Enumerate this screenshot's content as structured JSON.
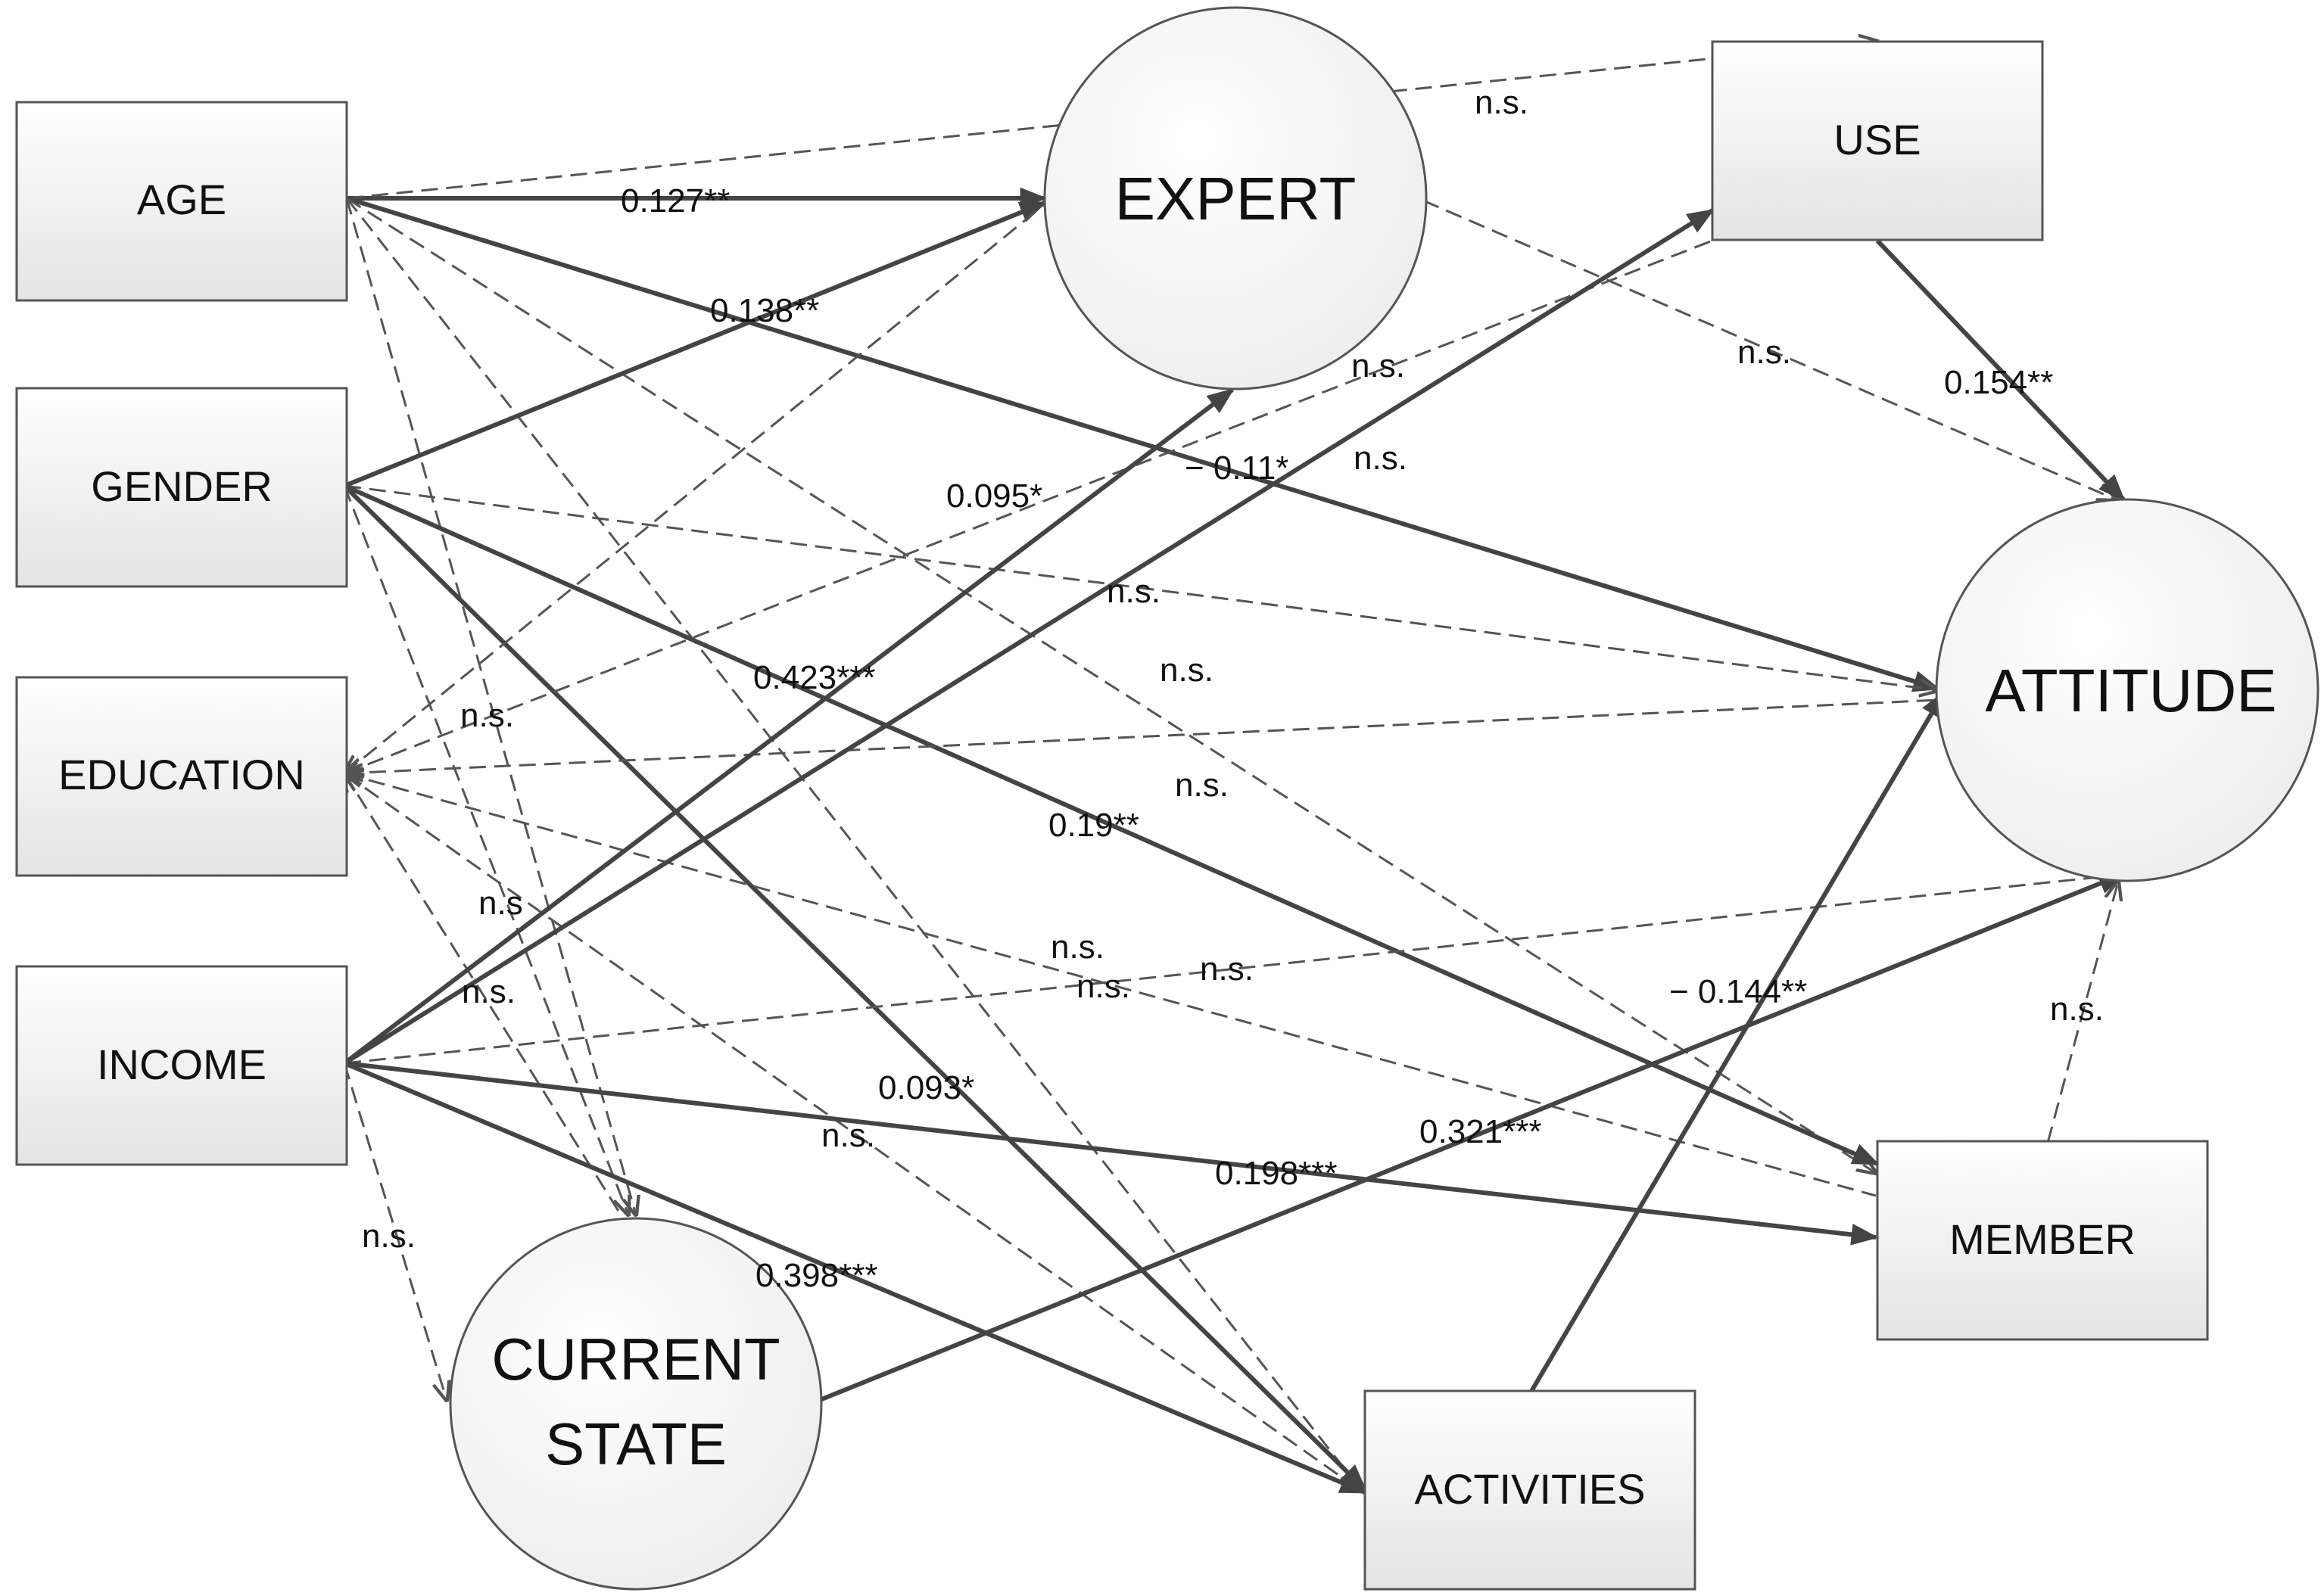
{
  "nodes": {
    "age": "AGE",
    "gender": "GENDER",
    "education": "EDUCATION",
    "income": "INCOME",
    "expert": "EXPERT",
    "current_state_line1": "CURRENT",
    "current_state_line2": "STATE",
    "use": "USE",
    "attitude": "ATTITUDE",
    "member": "MEMBER",
    "activities": "ACTIVITIES"
  },
  "paths": [
    {
      "from": "AGE",
      "to": "EXPERT",
      "label": "0.127**",
      "style": "solid"
    },
    {
      "from": "AGE",
      "to": "USE",
      "label": "n.s.",
      "style": "dashed"
    },
    {
      "from": "AGE",
      "to": "ATTITUDE",
      "label": "− 0.11*",
      "style": "solid"
    },
    {
      "from": "AGE",
      "to": "CURRENT STATE",
      "label": "n.s.",
      "style": "dashed"
    },
    {
      "from": "AGE",
      "to": "ACTIVITIES",
      "label": "n.s.",
      "style": "dashed"
    },
    {
      "from": "AGE",
      "to": "MEMBER",
      "label": "n.s.",
      "style": "dashed"
    },
    {
      "from": "GENDER",
      "to": "EXPERT",
      "label": "0.138**",
      "style": "solid"
    },
    {
      "from": "GENDER",
      "to": "ATTITUDE",
      "label": "n.s.",
      "style": "dashed"
    },
    {
      "from": "GENDER",
      "to": "MEMBER",
      "label": "0.19**",
      "style": "solid"
    },
    {
      "from": "GENDER",
      "to": "ACTIVITIES",
      "label": "0.093*",
      "style": "solid"
    },
    {
      "from": "GENDER",
      "to": "CURRENT STATE",
      "label": "n.s.",
      "style": "dashed"
    },
    {
      "from": "EDUCATION",
      "to": "EXPERT",
      "label": "n.s.",
      "style": "dashed"
    },
    {
      "from": "EDUCATION",
      "to": "USE",
      "label": "n.s.",
      "style": "dashed"
    },
    {
      "from": "EDUCATION",
      "to": "ATTITUDE",
      "label": "n.s.",
      "style": "dashed"
    },
    {
      "from": "EDUCATION",
      "to": "MEMBER",
      "label": "n.s.",
      "style": "dashed"
    },
    {
      "from": "EDUCATION",
      "to": "ACTIVITIES",
      "label": "n.s.",
      "style": "dashed"
    },
    {
      "from": "EDUCATION",
      "to": "CURRENT STATE",
      "label": "n.s",
      "style": "dashed"
    },
    {
      "from": "INCOME",
      "to": "EXPERT",
      "label": "0.095*",
      "style": "solid"
    },
    {
      "from": "INCOME",
      "to": "USE",
      "label": "0.423***",
      "style": "solid"
    },
    {
      "from": "INCOME",
      "to": "ATTITUDE",
      "label": "n.s.",
      "style": "dashed"
    },
    {
      "from": "INCOME",
      "to": "MEMBER",
      "label": "0.198***",
      "style": "solid"
    },
    {
      "from": "INCOME",
      "to": "ACTIVITIES",
      "label": "0.398***",
      "style": "solid"
    },
    {
      "from": "INCOME",
      "to": "CURRENT STATE",
      "label": "n.s.",
      "style": "dashed"
    },
    {
      "from": "EXPERT",
      "to": "ATTITUDE",
      "label": "n.s.",
      "style": "dashed"
    },
    {
      "from": "USE",
      "to": "ATTITUDE",
      "label": "0.154**",
      "style": "solid"
    },
    {
      "from": "MEMBER",
      "to": "ATTITUDE",
      "label": "n.s.",
      "style": "dashed"
    },
    {
      "from": "ACTIVITIES",
      "to": "ATTITUDE",
      "label": "− 0.144**",
      "style": "solid"
    },
    {
      "from": "CURRENT STATE",
      "to": "ATTITUDE",
      "label": "0.321***",
      "style": "solid"
    }
  ]
}
